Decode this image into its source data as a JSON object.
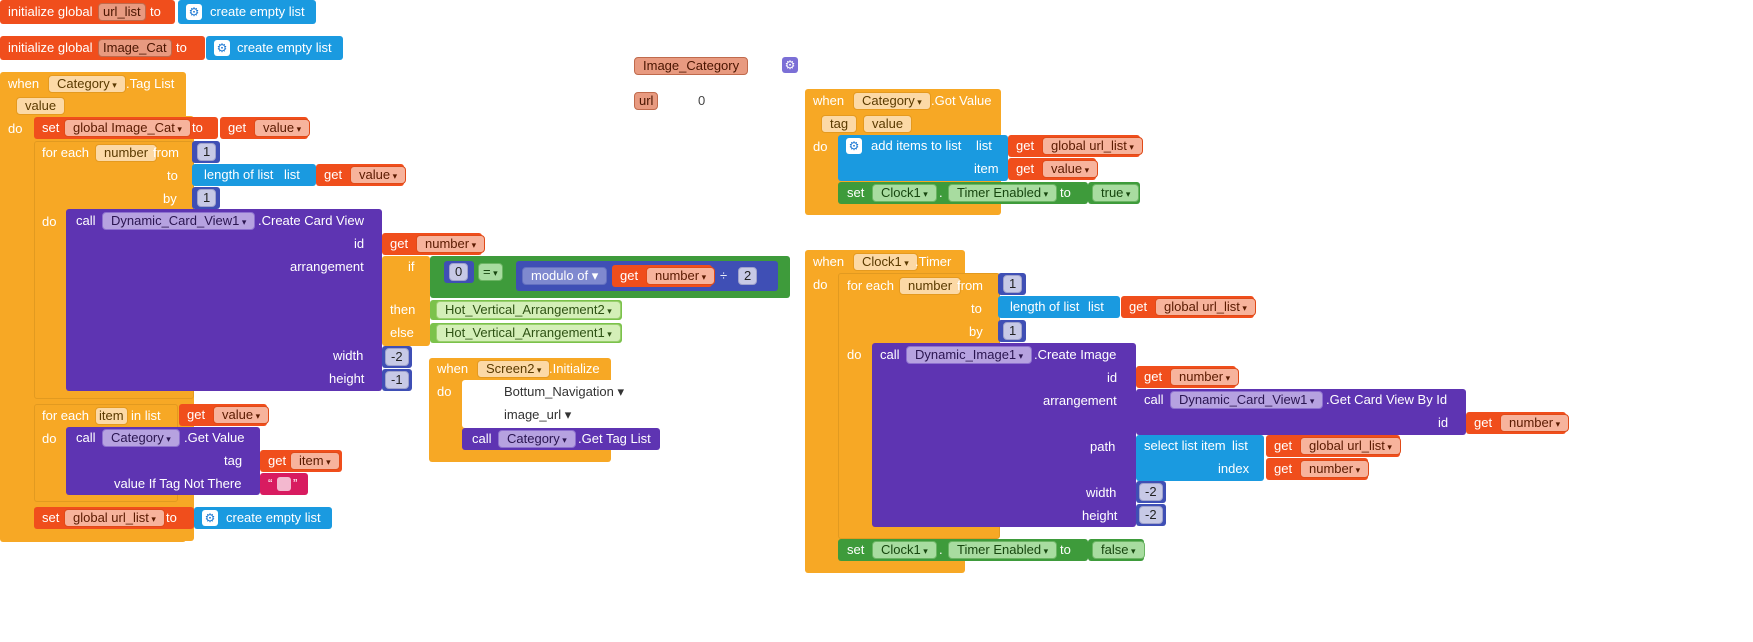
{
  "globals": [
    {
      "prefix": "initialize global",
      "name": "url_list",
      "to": "to",
      "value": "create empty list"
    },
    {
      "prefix": "initialize global",
      "name": "Image_Cat",
      "to": "to",
      "value": "create empty list"
    }
  ],
  "taglist_event": {
    "when": "when",
    "component": "Category",
    "event": ".Tag List",
    "param": "value",
    "do": "do",
    "set_kw": "set",
    "set_var": "global Image_Cat",
    "to": "to",
    "get_kw": "get",
    "get_var": "value",
    "for_each": "for each",
    "loop_var": "number",
    "from": "from",
    "from_val": "1",
    "to_kw": "to",
    "length_of_list": "length of list",
    "list_kw": "list",
    "by": "by",
    "by_val": "1",
    "call_kw": "call",
    "card_comp": "Dynamic_Card_View1",
    "card_method": ".Create Card View",
    "id": "id",
    "arrangement": "arrangement",
    "if_kw": "if",
    "zero": "0",
    "eq": "=",
    "modulo_of": "modulo of",
    "div": "÷",
    "two": "2",
    "then_kw": "then",
    "then_val": "Hot_Vertical_Arrangement2",
    "else_kw": "else",
    "else_val": "Hot_Vertical_Arrangement1",
    "width": "width",
    "width_val": "-2",
    "height": "height",
    "height_val": "-1",
    "for_each_item": "for each",
    "item_var": "item",
    "in_list": "in list",
    "get_value_comp": "Category",
    "get_value_method": ".Get Value",
    "tag": "tag",
    "value_if_not_there": "value If Tag Not There",
    "set_url": "global url_list",
    "empty_list": "create empty list"
  },
  "floating": {
    "image_category": "Image_Category",
    "url_fragment": "url",
    "zero_fragment": "0"
  },
  "screen_init": {
    "when": "when",
    "component": "Screen2",
    "event": ".Initialize",
    "do": "do",
    "item1": "Bottum_Navigation",
    "item2": "image_url",
    "call_kw": "call",
    "call_comp": "Category",
    "call_method": ".Get Tag List"
  },
  "got_value": {
    "when": "when",
    "component": "Category",
    "event": ".Got Value",
    "p1": "tag",
    "p2": "value",
    "do": "do",
    "add_items": "add items to list",
    "list_kw": "list",
    "get_kw": "get",
    "global_url": "global url_list",
    "item_kw": "item",
    "value_var": "value",
    "set_kw": "set",
    "clock": "Clock1",
    "dot": ".",
    "timer_enabled": "Timer Enabled",
    "to": "to",
    "true_val": "true"
  },
  "clock_timer": {
    "when": "when",
    "component": "Clock1",
    "event": ".Timer",
    "do": "do",
    "for_each": "for each",
    "loop_var": "number",
    "from": "from",
    "from_val": "1",
    "to_kw": "to",
    "length_of_list": "length of list",
    "list_kw": "list",
    "get_kw": "get",
    "global_url": "global url_list",
    "by": "by",
    "by_val": "1",
    "call_kw": "call",
    "image_comp": "Dynamic_Image1",
    "image_method": ".Create Image",
    "id": "id",
    "arrangement": "arrangement",
    "card_comp": "Dynamic_Card_View1",
    "card_method": ".Get Card View By Id",
    "path": "path",
    "select_list_item": "select list item",
    "index": "index",
    "width": "width",
    "width_val": "-2",
    "height": "height",
    "height_val": "-2",
    "set_kw": "set",
    "clock": "Clock1",
    "dot": ".",
    "timer_enabled": "Timer Enabled",
    "to": "to",
    "false_val": "false"
  }
}
